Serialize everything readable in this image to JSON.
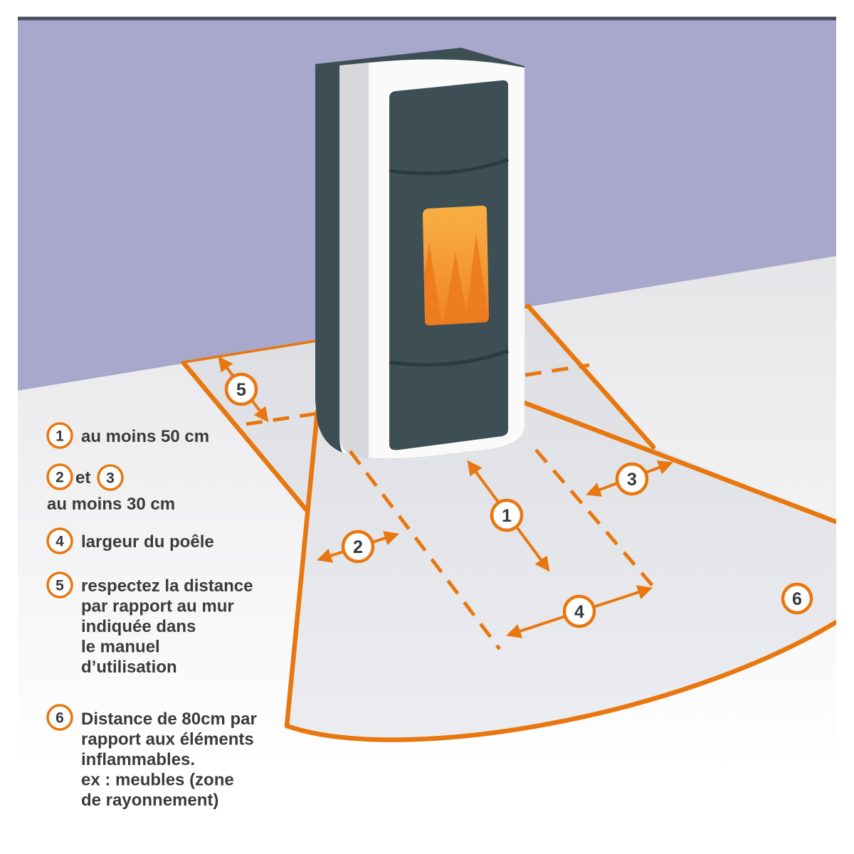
{
  "badges": [
    "1",
    "2",
    "3",
    "4",
    "5",
    "6"
  ],
  "legend": {
    "item_1": {
      "badge": "1",
      "text": "au moins 50 cm"
    },
    "item_2_3": {
      "badge_a": "2",
      "conjunction": "et",
      "badge_b": "3",
      "text": "au moins 30 cm"
    },
    "item_4": {
      "badge": "4",
      "text": "largeur du poêle"
    },
    "item_5": {
      "badge": "5",
      "lines": [
        "respectez la distance",
        "par rapport au mur",
        "indiquée dans",
        "le manuel",
        "d’utilisation"
      ]
    },
    "item_6": {
      "badge": "6",
      "lines": [
        "Distance de 80cm par",
        "rapport aux éléments",
        "inflammables.",
        "ex : meubles (zone",
        "de rayonnement)"
      ]
    }
  },
  "colors": {
    "accent_orange": "#E8770F",
    "wall_lavender": "#A8A8CC",
    "wall_top_edge": "#4A4A59",
    "stove_dark": "#3D4E55",
    "fire_amber_top": "#F9B045",
    "fire_amber_bottom": "#EF8226",
    "flame_orange": "#ED7C1D",
    "floor_gray": "#E6E6E9",
    "text_dark": "#3B3B3B"
  }
}
